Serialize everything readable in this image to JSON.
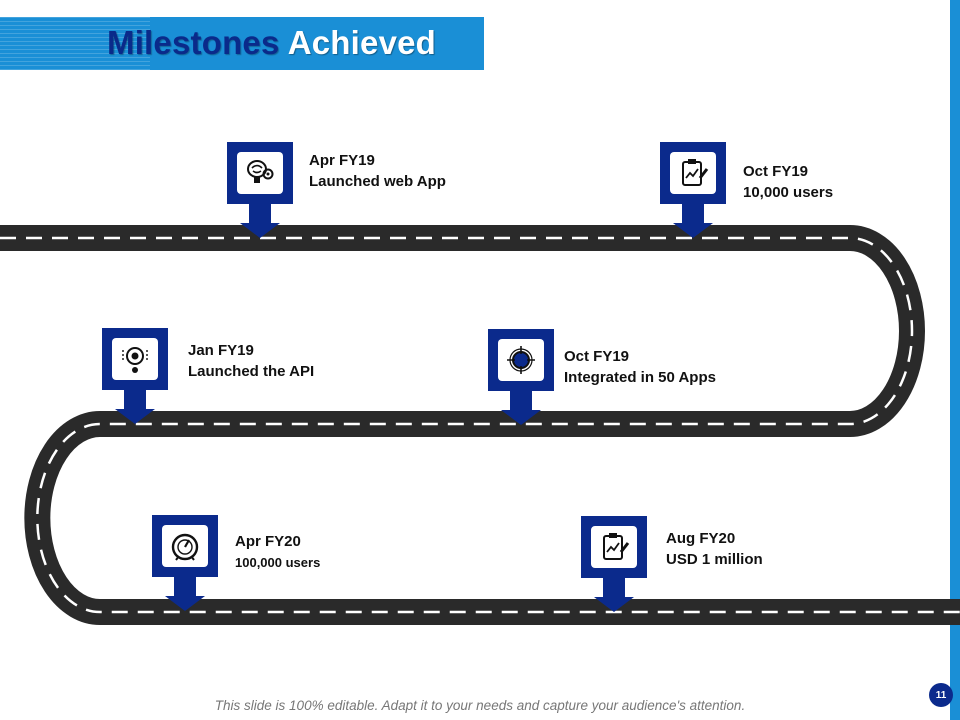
{
  "title": {
    "word1": "Milestones",
    "word2": "Achieved"
  },
  "milestones": [
    {
      "date": "Apr FY19",
      "text": "Launched web App",
      "icon": "brain-gear-icon"
    },
    {
      "date": "Oct FY19",
      "text": "10,000 users",
      "icon": "clipboard-chart-icon"
    },
    {
      "date": "Jan FY19",
      "text": "Launched the API",
      "icon": "target-person-icon"
    },
    {
      "date": "Oct FY19",
      "text": "Integrated in 50 Apps",
      "icon": "crosshair-icon"
    },
    {
      "date": "Apr FY20",
      "text": "100,000 users",
      "icon": "speedometer-icon"
    },
    {
      "date": "Aug FY20",
      "text": "USD 1 million",
      "icon": "clipboard-chart-icon"
    }
  ],
  "footer": "This slide is 100% editable.  Adapt it to your needs and capture your audience's attention.",
  "page_number": "11",
  "colors": {
    "accent_blue": "#1a8fd6",
    "marker_navy": "#0b2a8c",
    "road": "#2a2a2a"
  }
}
